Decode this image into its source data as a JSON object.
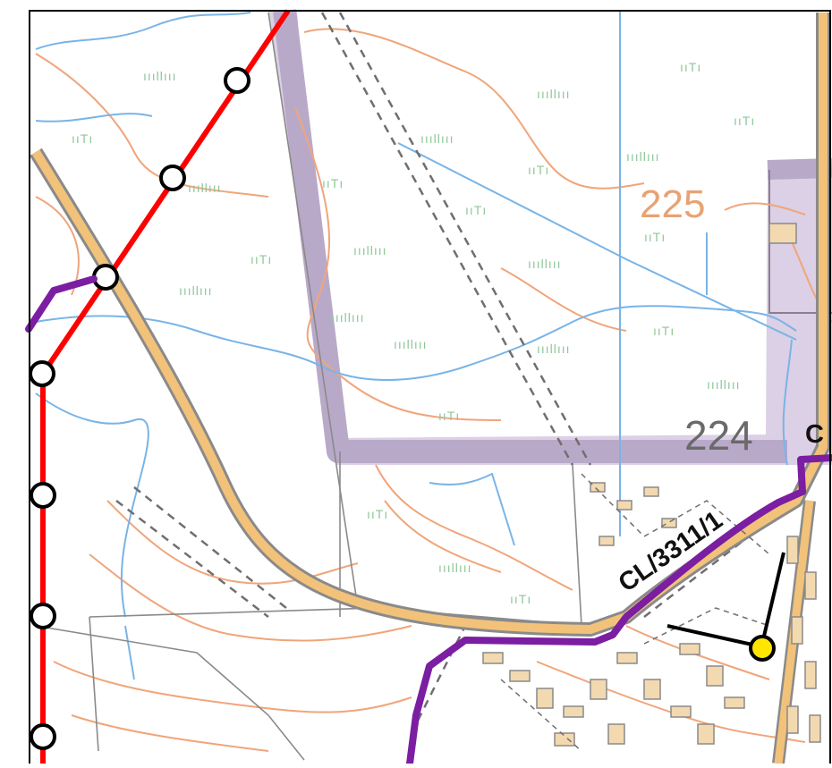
{
  "map": {
    "labels": {
      "contour_225": "225",
      "grid_224": "224",
      "path_code": "CL/3311/1",
      "path_code_cut": "C"
    },
    "colors": {
      "background": "#ffffff",
      "frame": "#000000",
      "contour": "#f0a57a",
      "water": "#79b4e6",
      "road_fill": "#f2c27a",
      "road_casing": "#8a8a8a",
      "boundary": "#d9cde4",
      "boundary_edge": "#8a7f8f",
      "red_route": "#ff0000",
      "purple_route": "#7b1ea2",
      "marker_fill": "#ffffff",
      "marker_stroke": "#000000",
      "highlight_point": "#ffe600",
      "building": "#f3d9b0",
      "vegetation": "#8fc79a"
    },
    "vegetation_symbols": [
      "ıııllııı",
      "ııTı"
    ]
  }
}
